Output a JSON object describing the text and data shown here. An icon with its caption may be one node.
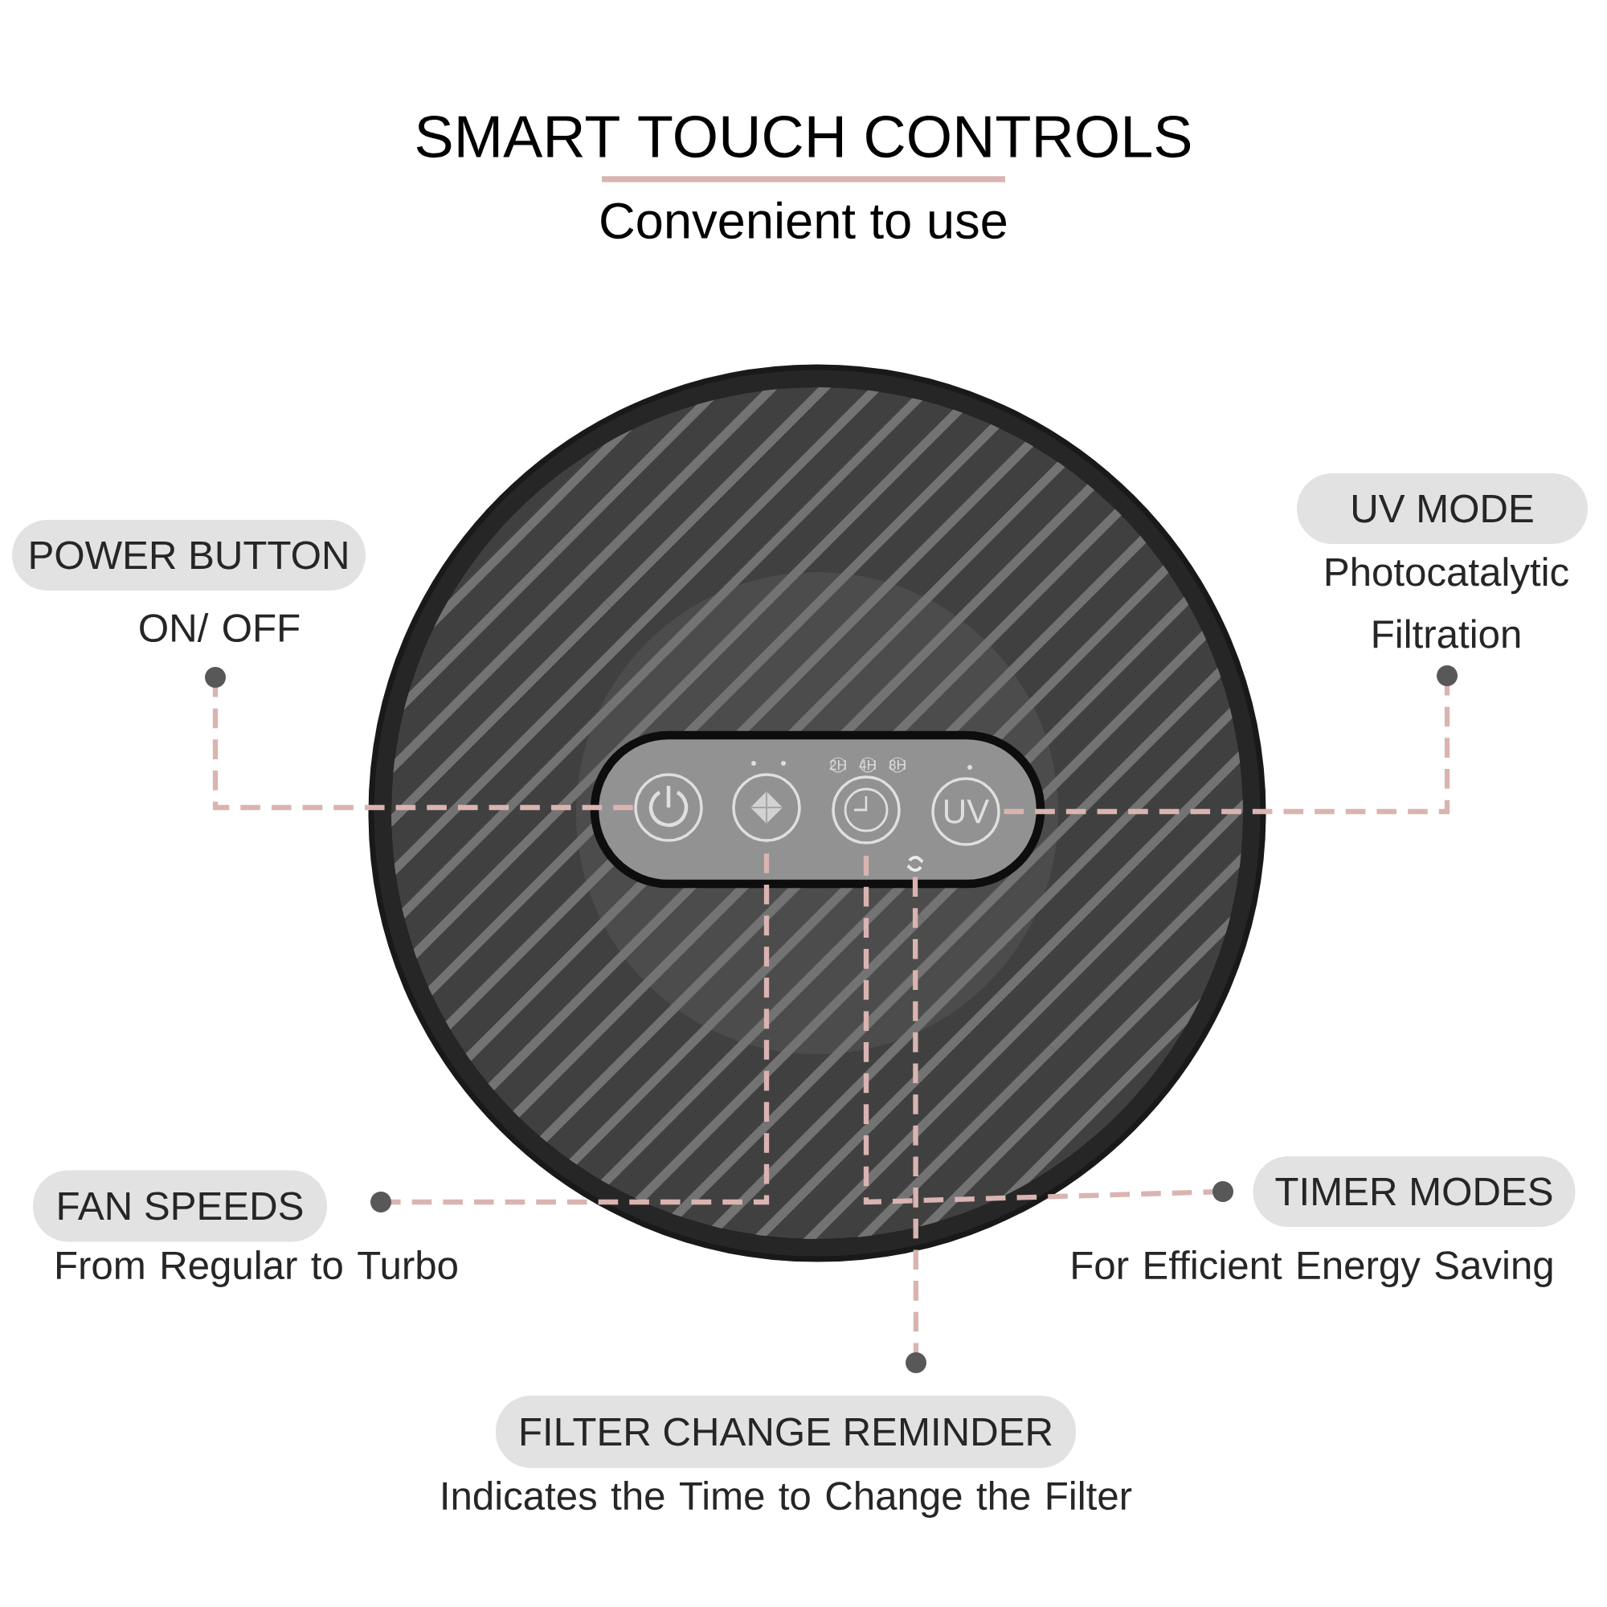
{
  "diagram": {
    "title": "SMART TOUCH CONTROLS",
    "nodes": [
      {
        "text": [
          "POWER BUTTON",
          "ON/ OFF"
        ]
      },
      {
        "text": [
          "UV MODE",
          "Photocatalytic Filtration"
        ]
      },
      {
        "text": [
          "FAN SPEEDS",
          "From Regular to Turbo"
        ]
      },
      {
        "text": [
          "TIMER MODES",
          "For Efficient Energy Saving"
        ]
      },
      {
        "text": [
          "FILTER CHANGE REMINDER",
          "Indicates the Time to Change the Filter"
        ]
      },
      {
        "text": [],
        "shape": "circle"
      },
      {
        "text": [],
        "shape": "circle"
      },
      {
        "text": [],
        "shape": "circle"
      },
      {
        "text": [
          "UV"
        ]
      },
      {
        "text": [],
        "shape": "picture"
      }
    ],
    "edges": [
      {
        "from": 0,
        "to": 5,
        "arrow": "other",
        "style": "dashed"
      },
      {
        "from": 1,
        "to": 8,
        "arrow": "other",
        "style": "dashed"
      },
      {
        "from": 2,
        "to": 6,
        "arrow": "other",
        "style": "dashed"
      },
      {
        "from": 3,
        "to": 7,
        "arrow": "other",
        "style": "dashed"
      },
      {
        "from": 4,
        "to": 9,
        "arrow": "other",
        "style": "dashed"
      }
    ],
    "labels": [
      "Convenient to use",
      "2H",
      "4H",
      "8H"
    ]
  }
}
